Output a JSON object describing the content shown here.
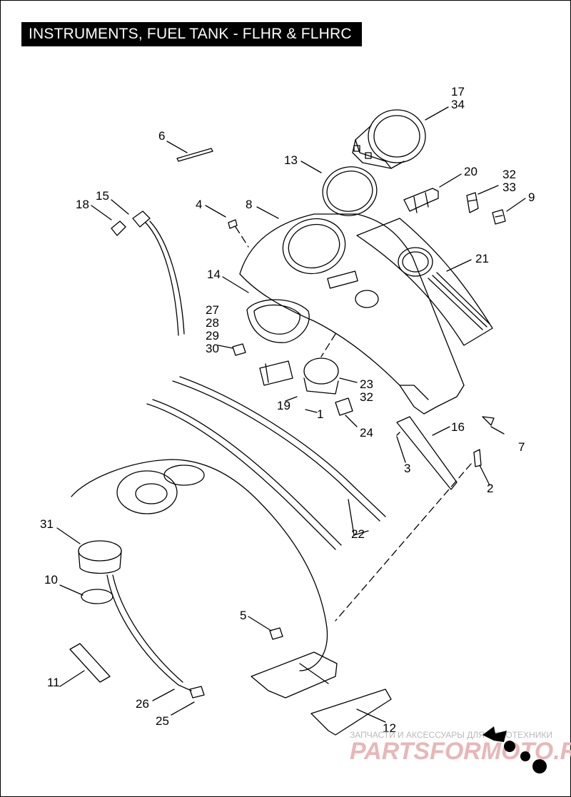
{
  "title": "INSTRUMENTS, FUEL TANK - FLHR & FLHRC",
  "callouts": [
    {
      "id": "c17",
      "text": "17"
    },
    {
      "id": "c34",
      "text": "34"
    },
    {
      "id": "c6",
      "text": "6"
    },
    {
      "id": "c13",
      "text": "13"
    },
    {
      "id": "c20",
      "text": "20"
    },
    {
      "id": "c32a",
      "text": "32"
    },
    {
      "id": "c33",
      "text": "33"
    },
    {
      "id": "c9",
      "text": "9"
    },
    {
      "id": "c15",
      "text": "15"
    },
    {
      "id": "c18",
      "text": "18"
    },
    {
      "id": "c4",
      "text": "4"
    },
    {
      "id": "c8",
      "text": "8"
    },
    {
      "id": "c21",
      "text": "21"
    },
    {
      "id": "c14",
      "text": "14"
    },
    {
      "id": "c27",
      "text": "27"
    },
    {
      "id": "c28",
      "text": "28"
    },
    {
      "id": "c29",
      "text": "29"
    },
    {
      "id": "c30",
      "text": "30"
    },
    {
      "id": "c23",
      "text": "23"
    },
    {
      "id": "c32b",
      "text": "32"
    },
    {
      "id": "c19",
      "text": "19"
    },
    {
      "id": "c1",
      "text": "1"
    },
    {
      "id": "c24",
      "text": "24"
    },
    {
      "id": "c16",
      "text": "16"
    },
    {
      "id": "c7",
      "text": "7"
    },
    {
      "id": "c3",
      "text": "3"
    },
    {
      "id": "c2",
      "text": "2"
    },
    {
      "id": "c22",
      "text": "22"
    },
    {
      "id": "c31",
      "text": "31"
    },
    {
      "id": "c10",
      "text": "10"
    },
    {
      "id": "c5",
      "text": "5"
    },
    {
      "id": "c11",
      "text": "11"
    },
    {
      "id": "c26",
      "text": "26"
    },
    {
      "id": "c25",
      "text": "25"
    },
    {
      "id": "c12",
      "text": "12"
    }
  ],
  "watermark": {
    "subtitle": "ЗАПЧАСТИ И АКСЕССУАРЫ ДЛЯ МОТОТЕХНИКИ",
    "brand": "PARTSFORMOTO.RU"
  }
}
